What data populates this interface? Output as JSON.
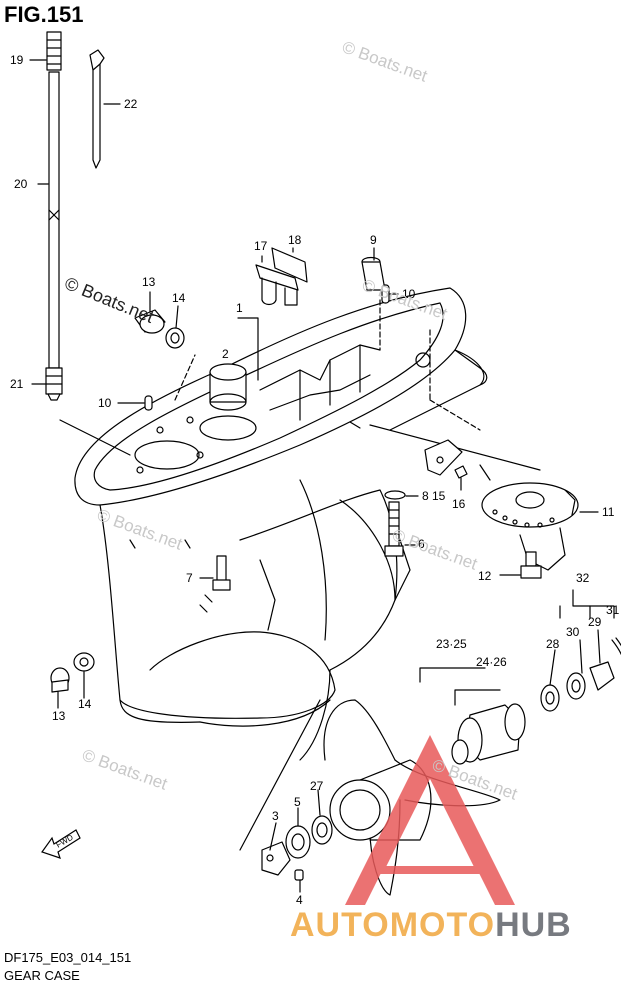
{
  "figure": {
    "title": "FIG.151",
    "code": "DF175_E03_014_151",
    "name": "GEAR CASE"
  },
  "watermarks": [
    "© Boats.net",
    "© Boats.net",
    "© Boats.net",
    "© Boats.net",
    "© Boats.net",
    "© Boats.net",
    "© Boats.net"
  ],
  "fwd_label": "FWD",
  "logo": {
    "part_a": "AUTOMOTO",
    "part_b": "HUB",
    "accent": "#f2b35a",
    "secondary": "#777a80",
    "triangle": "#e85a5a"
  },
  "callouts": [
    "19",
    "22",
    "20",
    "18",
    "17",
    "9",
    "13",
    "14",
    "1",
    "10",
    "2",
    "21",
    "10",
    "8",
    "15",
    "16",
    "11",
    "6",
    "7",
    "12",
    "32",
    "31",
    "23·25",
    "28",
    "30",
    "29",
    "24·26",
    "13",
    "14",
    "27",
    "3",
    "5",
    "4"
  ]
}
